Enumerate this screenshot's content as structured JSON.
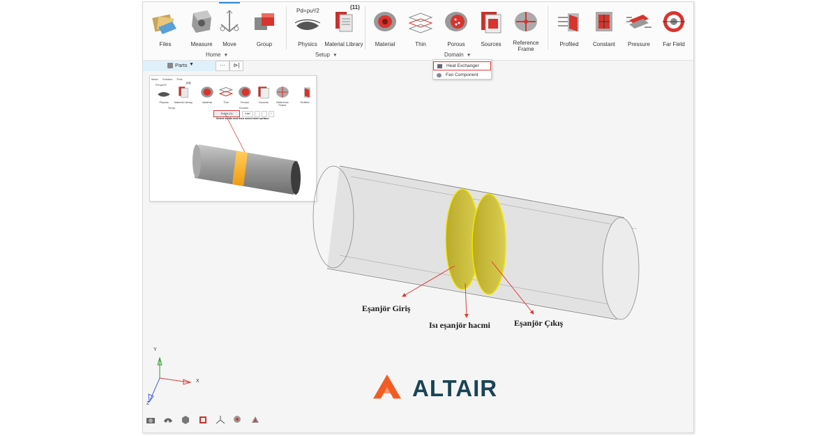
{
  "ribbon": {
    "home_tools": [
      {
        "label": "Files"
      },
      {
        "label": "Measure"
      },
      {
        "label": "Move"
      },
      {
        "label": "Group"
      }
    ],
    "setup_formula": "Pd=ρu²/2",
    "setup_count": "(11)",
    "setup_tools": [
      {
        "label": "Physics"
      },
      {
        "label": "Material Library"
      }
    ],
    "domain_tools": [
      {
        "label": "Material"
      },
      {
        "label": "Thin"
      },
      {
        "label": "Porous"
      },
      {
        "label": "Sources"
      },
      {
        "label": "Reference Frame"
      }
    ],
    "bc_tools": [
      {
        "label": "Profiled"
      },
      {
        "label": "Constant"
      },
      {
        "label": "Pressure"
      },
      {
        "label": "Far Field"
      }
    ],
    "groups": {
      "home": "Home",
      "setup": "Setup",
      "domain": "Domain"
    }
  },
  "parts_bar": {
    "label": "Parts",
    "more": "···",
    "collapse": "⊳|"
  },
  "domain_menu": {
    "items": [
      "Heat Exchanger",
      "Fan Component"
    ]
  },
  "inset": {
    "menu": [
      "Mesh",
      "Solution",
      "Post"
    ],
    "formula": "Pd=ρu²/2",
    "count": "(11)",
    "tools": [
      "Physics",
      "Material Library",
      "Material",
      "Thin",
      "Porous",
      "Sources",
      "Reference Frame",
      "Profiled"
    ],
    "groups": {
      "setup": "Setup",
      "domain": "Domain"
    },
    "solids_btn": "Solids (1)",
    "inlet_btn": "Inlet",
    "prompt": "Select solids and then select inlet surface."
  },
  "annotations": {
    "inlet": "Eşanjör Giriş",
    "volume": "Isı eşanjör hacmi",
    "outlet": "Eşanjör Çıkış"
  },
  "axes": {
    "x": "X",
    "y": "Y",
    "z": "Z"
  },
  "logo": {
    "text": "ALTAIR"
  },
  "colors": {
    "accent_red": "#e03a3a",
    "highlight_yellow": "#c9bc2a",
    "orange": "#f5a623",
    "logo_text": "#1b4456",
    "logo_mark": "#f25c23"
  }
}
